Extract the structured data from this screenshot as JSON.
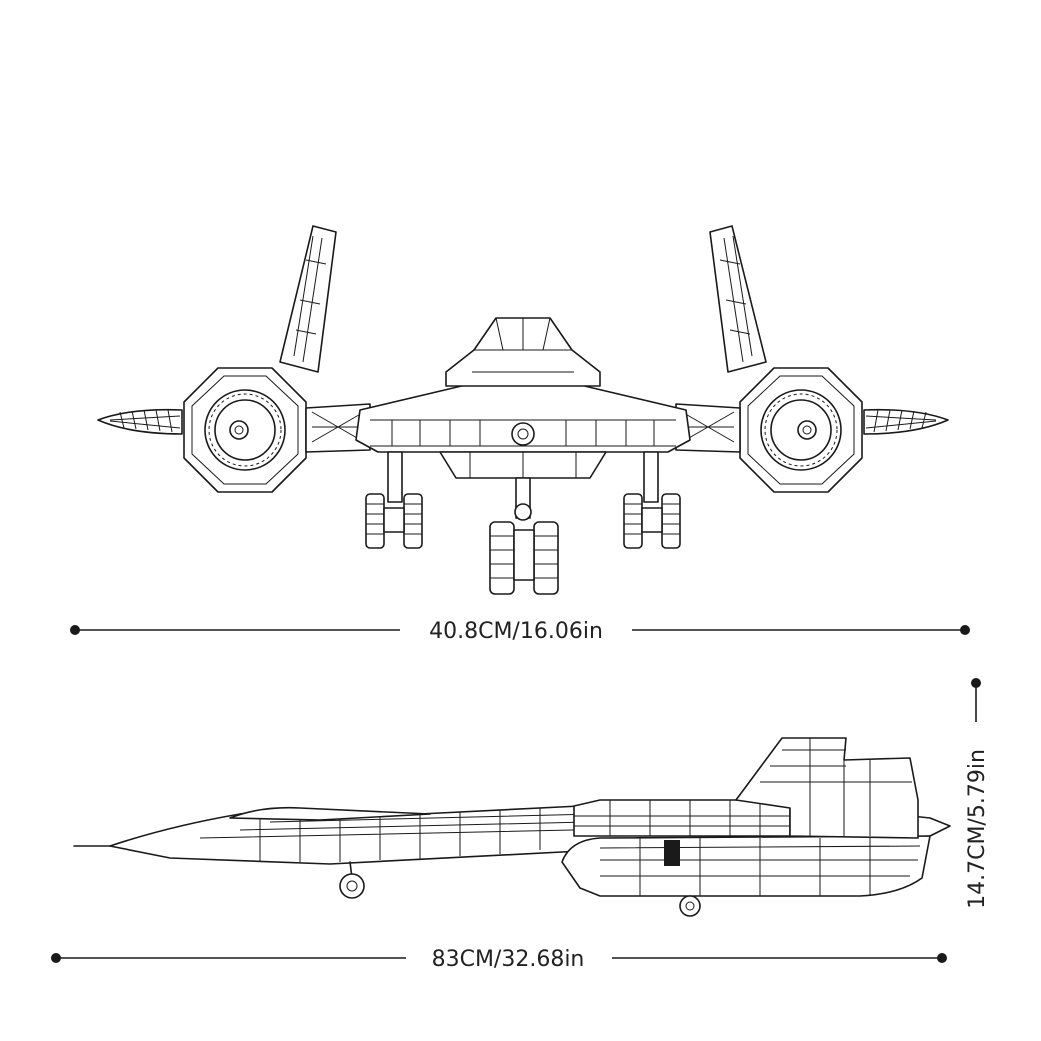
{
  "dimensions": {
    "front_width": "40.8CM/16.06in",
    "side_length": "83CM/32.68in",
    "side_height": "14.7CM/5.79in"
  },
  "colors": {
    "line": "#1a1a1a",
    "background": "#ffffff"
  }
}
